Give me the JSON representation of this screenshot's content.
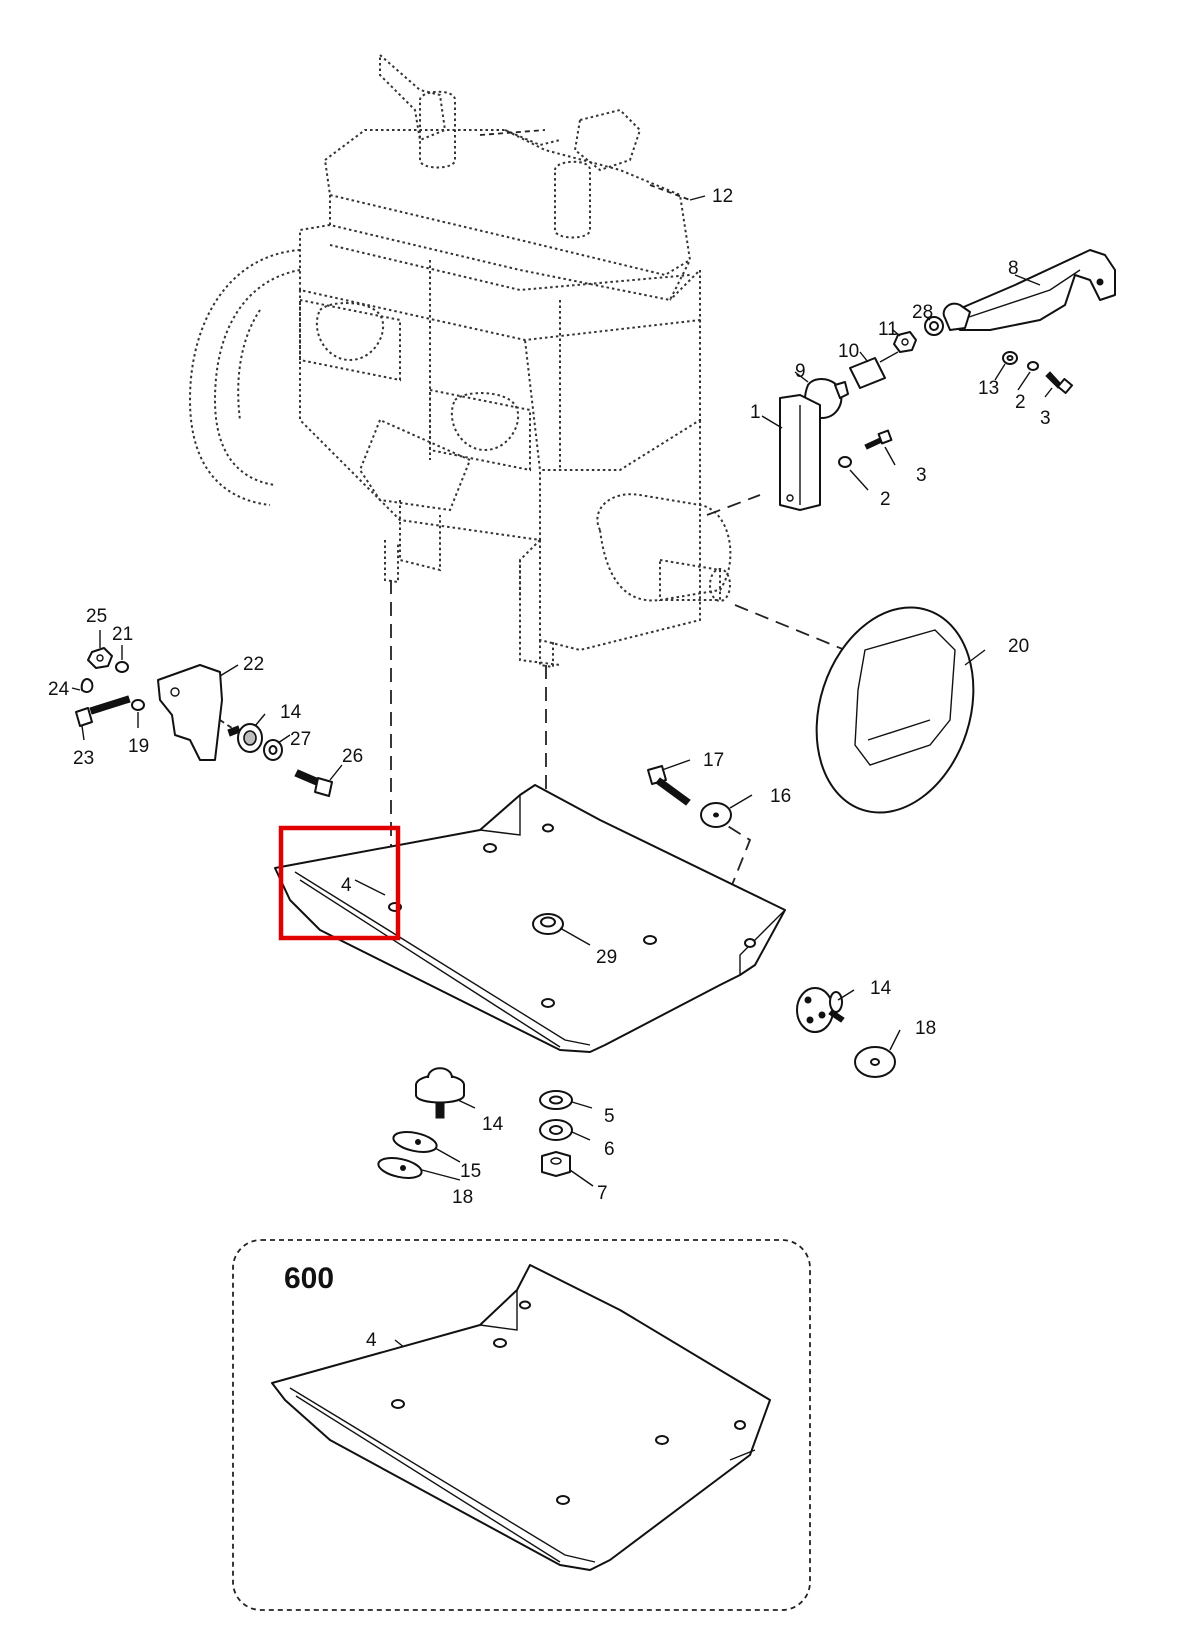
{
  "diagram": {
    "inset_title": "600",
    "highlight_color": "#e00000",
    "callouts": [
      {
        "id": "c12",
        "text": "12"
      },
      {
        "id": "c8",
        "text": "8"
      },
      {
        "id": "c28",
        "text": "28"
      },
      {
        "id": "c11",
        "text": "11"
      },
      {
        "id": "c10",
        "text": "10"
      },
      {
        "id": "c9",
        "text": "9"
      },
      {
        "id": "c13",
        "text": "13"
      },
      {
        "id": "c2a",
        "text": "2"
      },
      {
        "id": "c3a",
        "text": "3"
      },
      {
        "id": "c1",
        "text": "1"
      },
      {
        "id": "c3b",
        "text": "3"
      },
      {
        "id": "c2b",
        "text": "2"
      },
      {
        "id": "c20",
        "text": "20"
      },
      {
        "id": "c25",
        "text": "25"
      },
      {
        "id": "c21",
        "text": "21"
      },
      {
        "id": "c22",
        "text": "22"
      },
      {
        "id": "c24",
        "text": "24"
      },
      {
        "id": "c14a",
        "text": "14"
      },
      {
        "id": "c27",
        "text": "27"
      },
      {
        "id": "c23",
        "text": "23"
      },
      {
        "id": "c19",
        "text": "19"
      },
      {
        "id": "c26",
        "text": "26"
      },
      {
        "id": "c17",
        "text": "17"
      },
      {
        "id": "c16",
        "text": "16"
      },
      {
        "id": "c4a",
        "text": "4"
      },
      {
        "id": "c29",
        "text": "29"
      },
      {
        "id": "c14b",
        "text": "14"
      },
      {
        "id": "c18a",
        "text": "18"
      },
      {
        "id": "c14c",
        "text": "14"
      },
      {
        "id": "c5",
        "text": "5"
      },
      {
        "id": "c6",
        "text": "6"
      },
      {
        "id": "c15",
        "text": "15"
      },
      {
        "id": "c7",
        "text": "7"
      },
      {
        "id": "c18b",
        "text": "18"
      },
      {
        "id": "c4b",
        "text": "4"
      }
    ]
  }
}
